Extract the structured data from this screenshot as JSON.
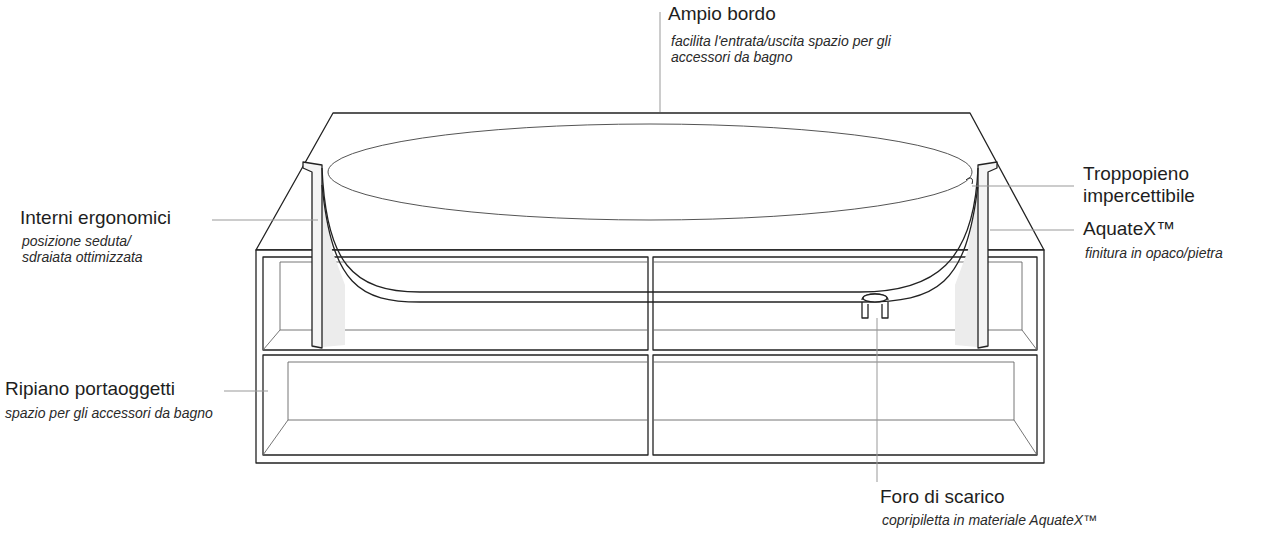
{
  "diagram": {
    "labels": [
      "Ampio bordo",
      "facilita l'entrata/uscita spazio per gli accessori da bagno",
      "Interni ergonomici",
      "posizione seduta/ sdraiata ottimizzata",
      "Troppopieno impercettibile",
      "AquateX™",
      "finitura in opaco/pietra",
      "Ripiano portaoggetti",
      "spazio per gli accessori da bagno",
      "Foro di scarico",
      "copripiletta in materiale AquateX™"
    ]
  }
}
